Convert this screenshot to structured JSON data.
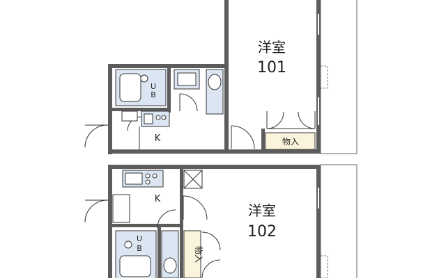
{
  "units": [
    {
      "room_label": "洋室",
      "room_number": "101",
      "kitchen_label": "K",
      "bath_label_1": "U",
      "bath_label_2": "B",
      "storage_label": "物入"
    },
    {
      "room_label": "洋室",
      "room_number": "102",
      "kitchen_label": "K",
      "bath_label_1": "U",
      "bath_label_2": "B",
      "storage_label": "物入"
    }
  ],
  "colors": {
    "wall": "#5c5c5c",
    "fixture": "#dbe6f2",
    "storage": "#fbf4dc",
    "line": "#333333"
  }
}
